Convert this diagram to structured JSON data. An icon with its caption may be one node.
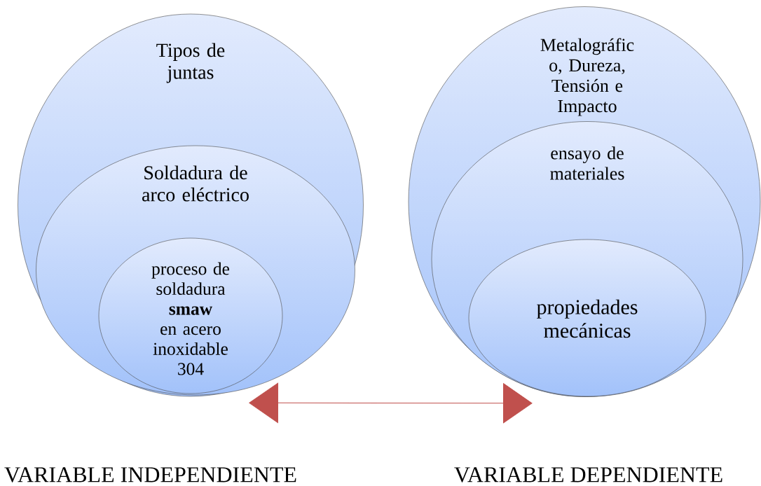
{
  "diagram": {
    "nodes": [
      {
        "text": [
          "Tipos de juntas"
        ]
      },
      {
        "text": [
          "Soldadura de arco eléctrico"
        ],
        "in": 0
      },
      {
        "text": [
          "proceso de soldadura **smaw** en acero inoxidable 304"
        ],
        "in": 1
      },
      {
        "text": [
          "Metalográfic o, Dureza, Tensión e Impacto"
        ]
      },
      {
        "text": [
          "ensayo de materiales"
        ],
        "in": 3
      },
      {
        "text": [
          "propiedades mecánicas"
        ],
        "in": 4
      }
    ],
    "edges": [
      {
        "from": 0,
        "to": 3,
        "arrow": "both",
        "color": "#c0504d"
      }
    ],
    "labels": [
      "VARIABLE INDEPENDIENTE",
      "VARIABLE DEPENDIENTE"
    ]
  }
}
